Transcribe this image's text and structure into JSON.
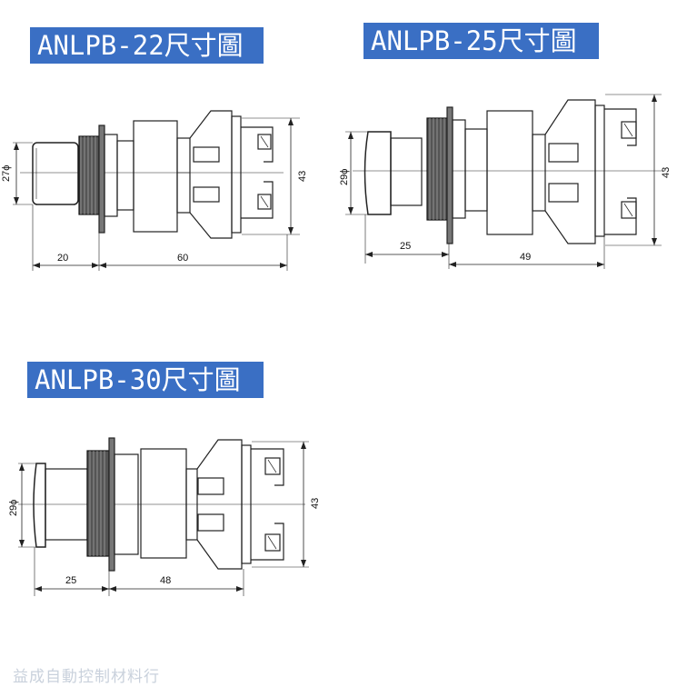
{
  "diagrams": [
    {
      "title": "ANLPB-22尺寸圖",
      "dims": {
        "diameter": "27ϕ",
        "front": "20",
        "body": "60",
        "height": "43"
      }
    },
    {
      "title": "ANLPB-25尺寸圖",
      "dims": {
        "diameter": "29ϕ",
        "front": "25",
        "body": "49",
        "height": "43"
      }
    },
    {
      "title": "ANLPB-30尺寸圖",
      "dims": {
        "diameter": "29ϕ",
        "front": "25",
        "body": "48",
        "height": "43"
      }
    }
  ],
  "watermark": "益成自動控制材料行"
}
